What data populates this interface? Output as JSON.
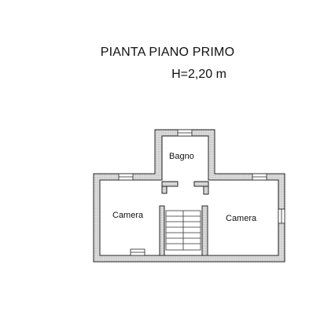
{
  "plan": {
    "title": "PIANTA PIANO PRIMO",
    "height_label": "H=2,20 m",
    "rooms": {
      "bagno": "Bagno",
      "camera_left": "Camera",
      "camera_right": "Camera"
    }
  },
  "colors": {
    "wall_fill": "#d9d9d9",
    "wall_stroke": "#222222",
    "background": "#ffffff"
  }
}
